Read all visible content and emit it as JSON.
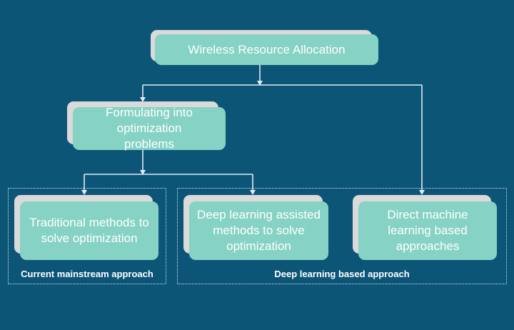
{
  "diagram": {
    "root": {
      "label": "Wireless Resource Allocation"
    },
    "formulation": {
      "label": "Formulating into optimization problems"
    },
    "traditional": {
      "label": "Traditional methods to solve optimization"
    },
    "dl_assisted": {
      "label": "Deep learning assisted methods to solve optimization"
    },
    "direct_ml": {
      "label": "Direct machine learning based approaches"
    },
    "groups": {
      "mainstream": {
        "label": "Current mainstream approach"
      },
      "deep_learning": {
        "label": "Deep learning based approach"
      }
    },
    "edges": [
      {
        "from": "root",
        "to": "formulation"
      },
      {
        "from": "root",
        "to": "direct_ml"
      },
      {
        "from": "formulation",
        "to": "traditional"
      },
      {
        "from": "formulation",
        "to": "dl_assisted"
      }
    ],
    "colors": {
      "background": "#0D5577",
      "node_fill": "#86D2C4",
      "node_shadow": "#DADADA",
      "line": "#DDEBF5",
      "text": "#FFFFFF"
    }
  }
}
